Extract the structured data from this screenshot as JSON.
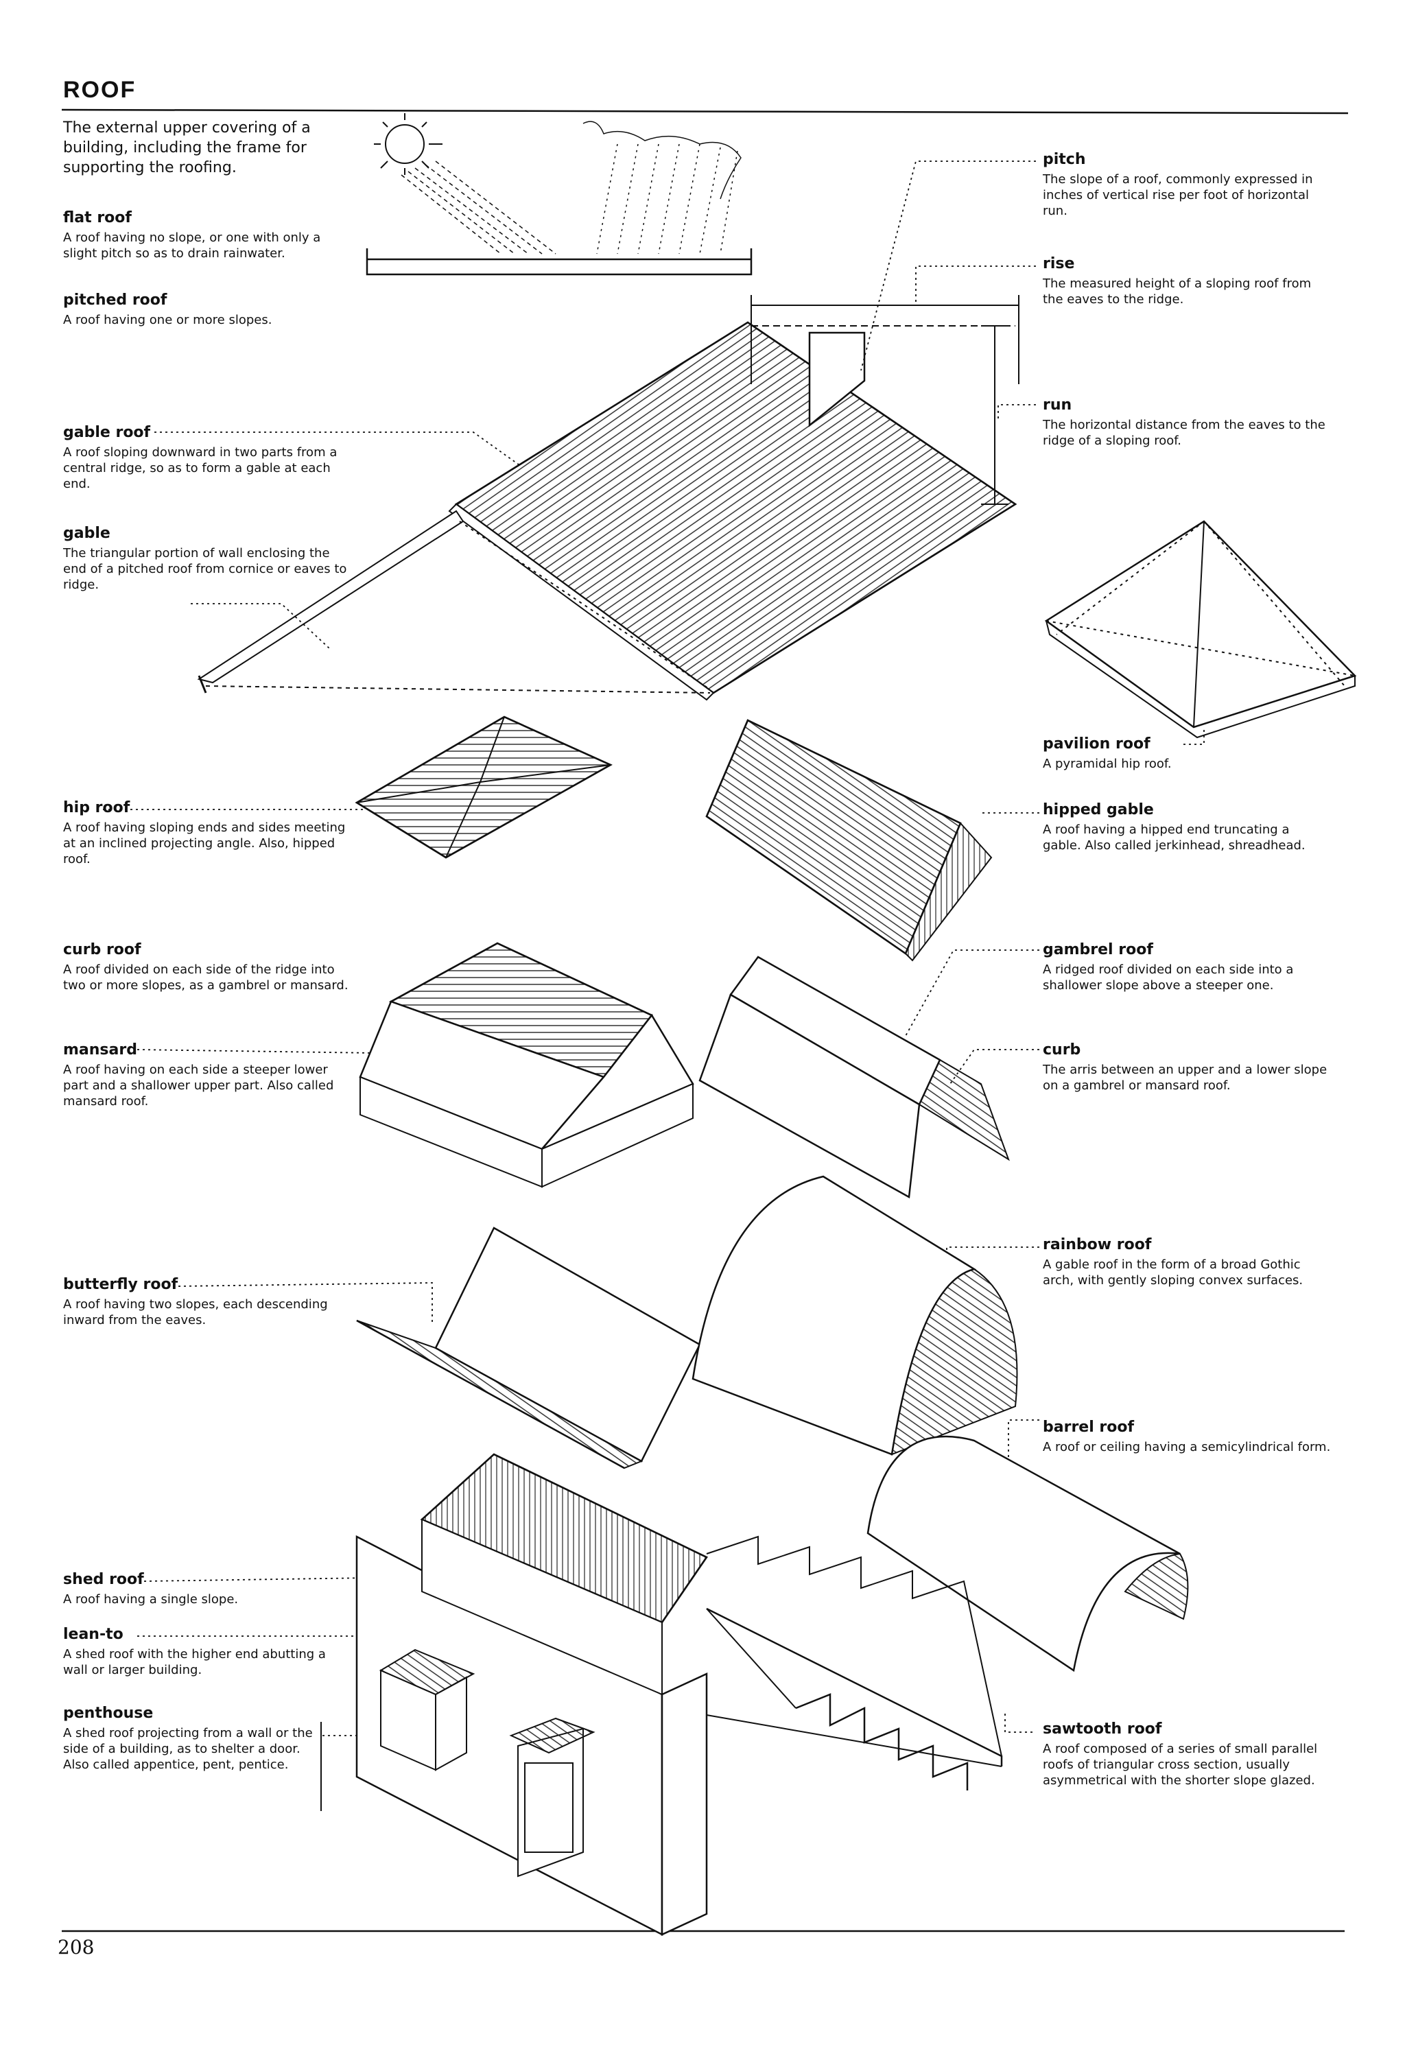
{
  "header": {
    "title": "ROOF"
  },
  "intro": "The external upper covering of a building, including the frame for supporting the roofing.",
  "entries": {
    "flat_roof": {
      "term": "flat roof",
      "def": "A roof having no slope, or one with only a slight pitch so as to drain rainwater."
    },
    "pitched_roof": {
      "term": "pitched roof",
      "def": "A roof having one or more slopes."
    },
    "pitch": {
      "term": "pitch",
      "def": "The slope of a roof, commonly expressed in inches of vertical rise per foot of horizontal run."
    },
    "rise": {
      "term": "rise",
      "def": "The measured height of a sloping roof from the eaves to the ridge."
    },
    "run": {
      "term": "run",
      "def": "The horizontal distance from the eaves to the ridge of a sloping roof."
    },
    "gable_roof": {
      "term": "gable roof",
      "def": "A roof sloping downward in two parts from a central ridge, so as to form a gable at each end."
    },
    "gable": {
      "term": "gable",
      "def": "The triangular portion of wall enclosing the end of a pitched roof from cornice or eaves to ridge."
    },
    "pavilion_roof": {
      "term": "pavilion roof",
      "def": "A pyramidal hip roof."
    },
    "hip_roof": {
      "term": "hip roof",
      "def": "A roof having sloping ends and sides meeting at an inclined projecting angle. Also, hipped roof."
    },
    "hipped_gable": {
      "term": "hipped gable",
      "def": "A roof having a hipped end truncating a gable. Also called jerkinhead, shreadhead."
    },
    "curb_roof": {
      "term": "curb roof",
      "def": "A roof divided on each side of the ridge into two or more slopes, as a gambrel or mansard."
    },
    "gambrel_roof": {
      "term": "gambrel roof",
      "def": "A ridged roof divided on each side into a shallower slope above a steeper one."
    },
    "mansard": {
      "term": "mansard",
      "def": "A roof having on each side a steeper lower part and a shallower upper part. Also called mansard roof."
    },
    "curb": {
      "term": "curb",
      "def": "The arris between an upper and a lower slope on a gambrel or mansard roof."
    },
    "rainbow_roof": {
      "term": "rainbow roof",
      "def": "A gable roof in the form of a broad Gothic arch, with gently sloping convex surfaces."
    },
    "butterfly_roof": {
      "term": "butterfly roof",
      "def": "A roof having two slopes, each descending inward from the eaves."
    },
    "barrel_roof": {
      "term": "barrel roof",
      "def": "A roof or ceiling having a semicylindrical form."
    },
    "shed_roof": {
      "term": "shed roof",
      "def": "A roof having a single slope."
    },
    "lean_to": {
      "term": "lean-to",
      "def": "A shed roof with the higher end abutting a wall or larger building."
    },
    "penthouse": {
      "term": "penthouse",
      "def": "A shed roof projecting from a wall or the side of a building, as to shelter a door. Also called appentice, pent, pentice."
    },
    "sawtooth_roof": {
      "term": "sawtooth roof",
      "def": "A roof composed of a series of small parallel roofs of triangular cross section, usually asymmetrical with the shorter slope glazed."
    }
  },
  "footer": {
    "page_number": "208"
  }
}
